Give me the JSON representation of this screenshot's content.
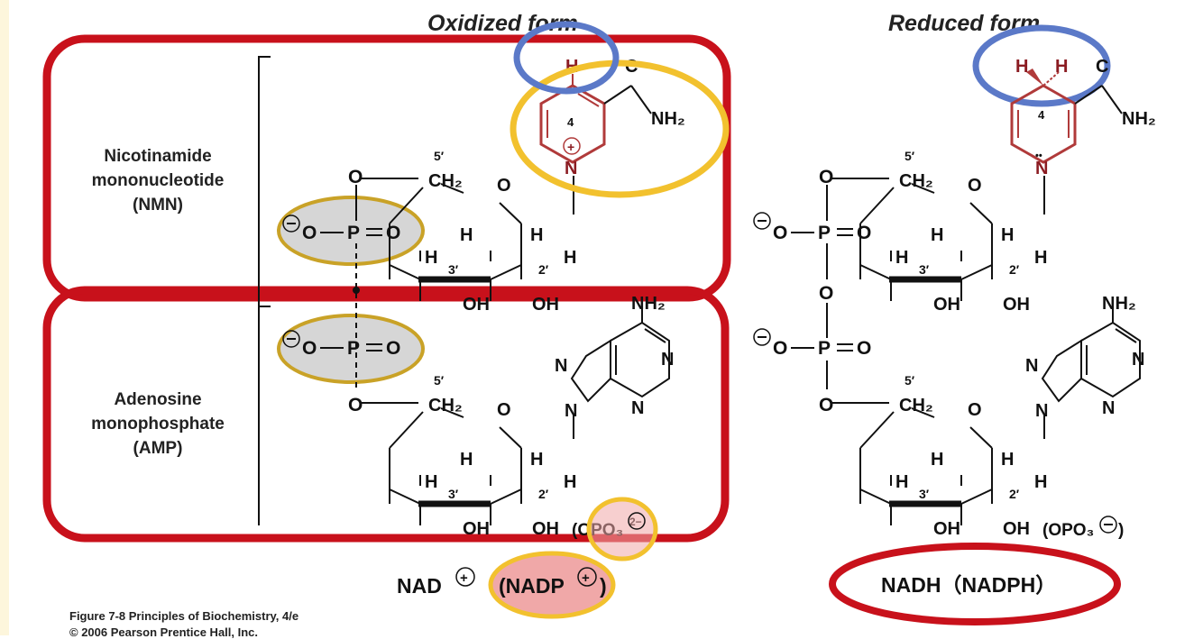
{
  "titles": {
    "oxidized": "Oxidized form",
    "reduced": "Reduced form"
  },
  "labels": {
    "nmn": [
      "Nicotinamide",
      "mononucleotide",
      "(NMN)"
    ],
    "amp": [
      "Adenosine",
      "monophosphate",
      "(AMP)"
    ]
  },
  "atoms": {
    "H": "H",
    "O": "O",
    "N": "N",
    "P": "P",
    "C": "C",
    "CH2": "CH₂",
    "NH2": "NH₂",
    "OH": "OH",
    "plus": "+",
    "minus": "−",
    "pos4": "4",
    "pos5": "5′",
    "pos3": "3′",
    "pos2": "2′",
    "opo3": "(OPO₃",
    "charge2": "2−",
    "lone_pair": "••"
  },
  "names": {
    "nad": "NAD",
    "nadp": "(NADP",
    "nadp_close": ")",
    "nadh": "NADH（NADPH）"
  },
  "caption": {
    "line1": "Figure 7-8  Principles of Biochemistry, 4/e",
    "line2": "© 2006 Pearson Prentice Hall, Inc."
  },
  "colors": {
    "red_box": "#c8111b",
    "yellow": "#f2c12e",
    "blue": "#5b79c8",
    "ring_red": "#b03a3a",
    "phosphate_fill": "#d6d6d6",
    "nadp_fill": "#f0a8a8"
  }
}
